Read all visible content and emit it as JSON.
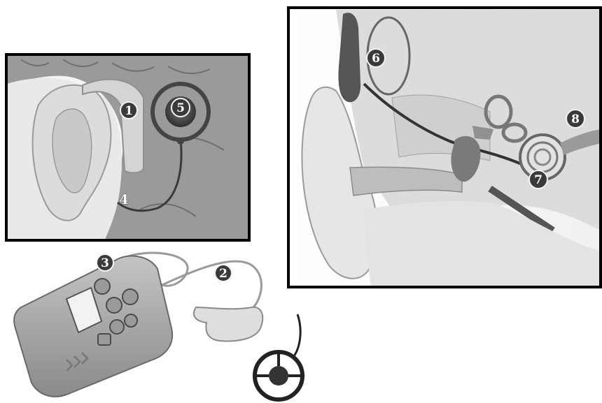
{
  "colors": {
    "frame": "#000000",
    "badge_fill": "#3a3a3a",
    "badge_ring": "#f2f2f2",
    "skin": "#ececec",
    "hair": "#8a8a8a",
    "device": "#cfcfcf",
    "processor": "#a9a9a9"
  },
  "labels": {
    "l1": "1",
    "l2": "2",
    "l3": "3",
    "l4": "4",
    "l5": "5",
    "l6": "6",
    "l7": "7",
    "l8": "8"
  },
  "icons": {
    "external_view": "head-with-implant-illustration",
    "anatomy_view": "inner-ear-cross-section-illustration",
    "processor": "body-worn-speech-processor",
    "earpiece": "behind-the-ear-microphone",
    "coil": "transmitting-coil"
  }
}
